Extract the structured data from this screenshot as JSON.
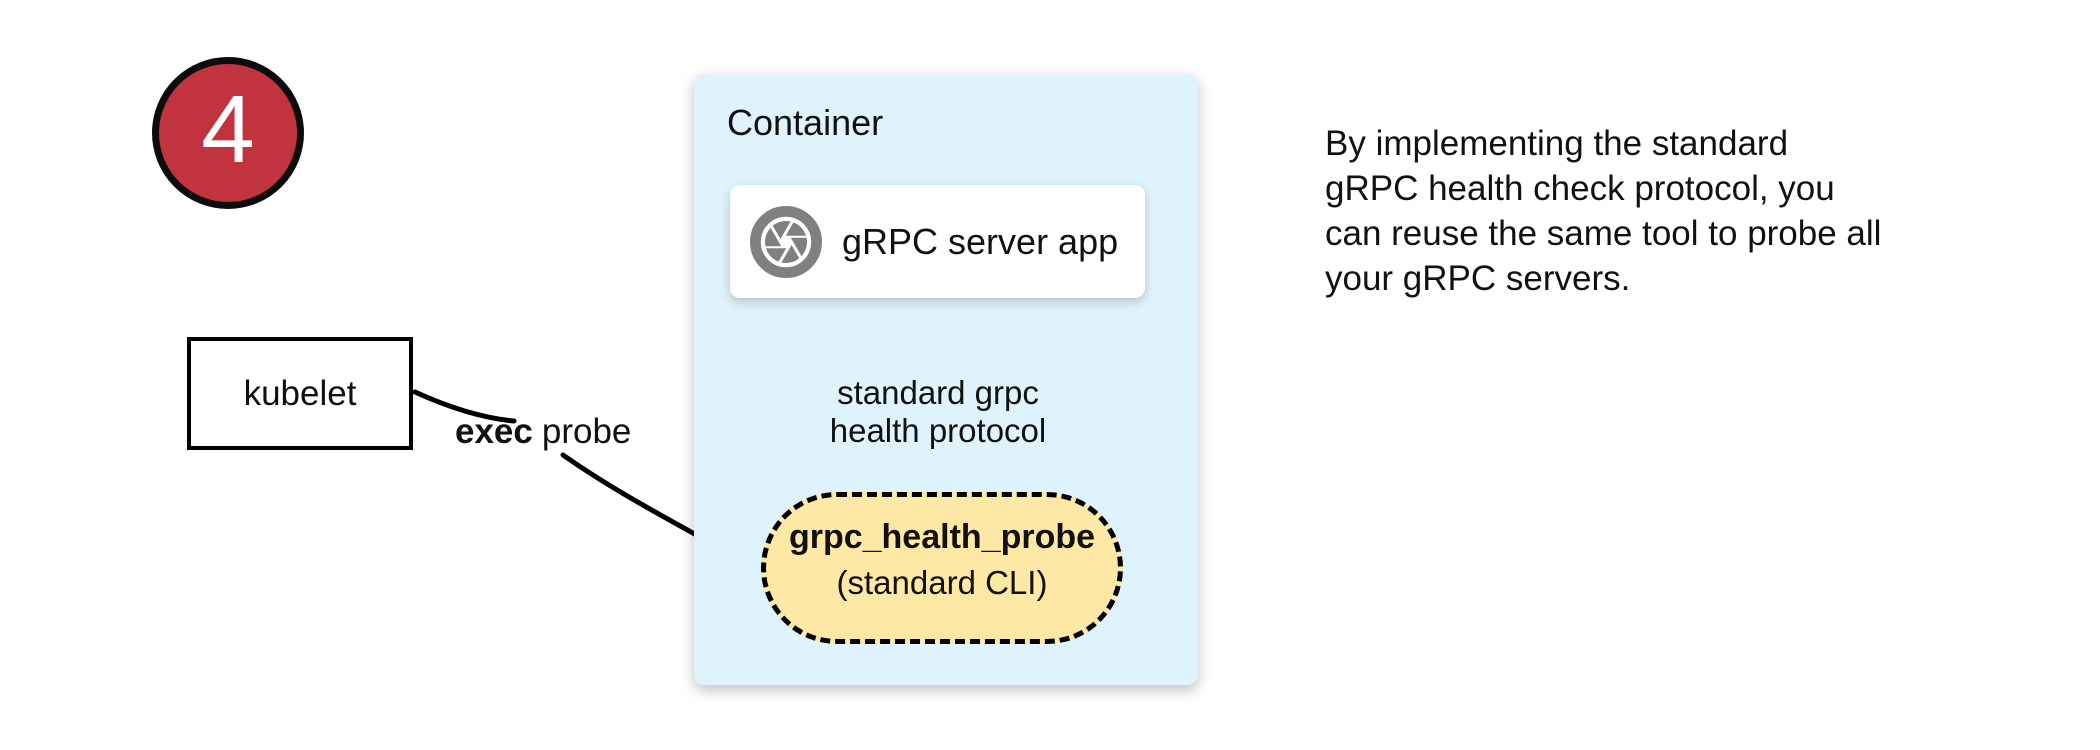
{
  "step_badge": {
    "number": "4"
  },
  "kubelet": {
    "label": "kubelet"
  },
  "exec_probe_label": {
    "bold": "exec",
    "rest": "probe"
  },
  "container": {
    "title": "Container",
    "server_app": {
      "label": "gRPC server app",
      "icon": "aperture-icon"
    },
    "protocol_label": {
      "line1": "standard grpc",
      "line2": "health protocol"
    },
    "probe_tool": {
      "name": "grpc_health_probe",
      "subtitle": "(standard CLI)"
    }
  },
  "note": {
    "lines": [
      "By implementing the standard",
      "gRPC health check protocol, you",
      "can reuse the same tool to probe all",
      "your gRPC servers."
    ]
  },
  "colors": {
    "badge_bg": "#C1333E",
    "container_bg": "#DFF3FC",
    "probe_bg": "#FDE9A5",
    "icon_gray": "#808080",
    "line_black": "#000000"
  }
}
